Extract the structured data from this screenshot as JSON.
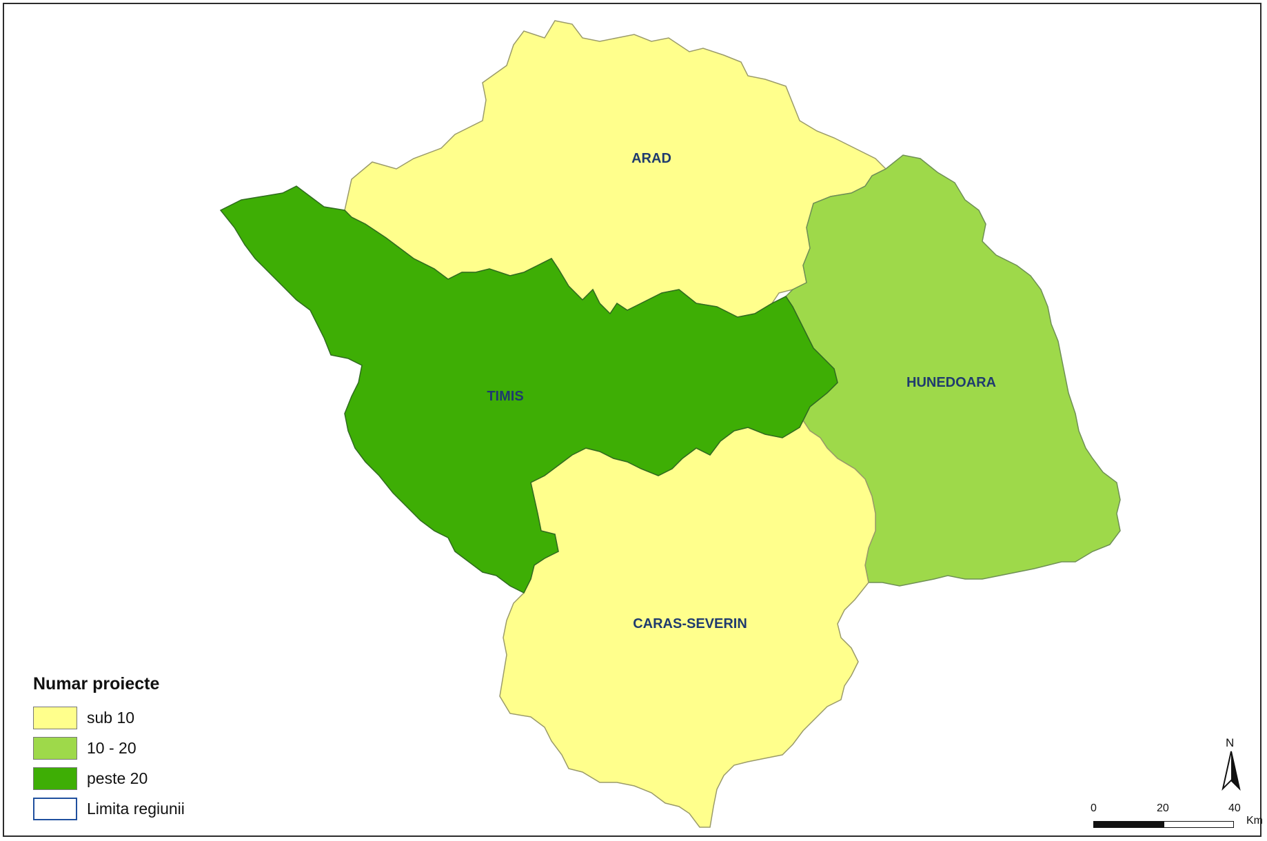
{
  "colors": {
    "sub10": "#ffff8c",
    "between10and20": "#9ed94a",
    "peste20": "#3eae05",
    "boundary": "#1f4f9e",
    "label": "#1f3b6e"
  },
  "counties": [
    {
      "name": "ARAD",
      "category": "sub 10"
    },
    {
      "name": "TIMIS",
      "category": "peste 20"
    },
    {
      "name": "HUNEDOARA",
      "category": "10 - 20"
    },
    {
      "name": "CARAS-SEVERIN",
      "category": "sub 10"
    }
  ],
  "legend": {
    "title": "Numar proiecte",
    "items": [
      {
        "label": "sub 10",
        "color": "#ffff8c"
      },
      {
        "label": "10 - 20",
        "color": "#9ed94a"
      },
      {
        "label": "peste 20",
        "color": "#3eae05"
      },
      {
        "label": "Limita regiunii",
        "color": "#1f4f9e"
      }
    ]
  },
  "north_arrow": {
    "label": "N"
  },
  "scale_bar": {
    "ticks": [
      "0",
      "20",
      "40"
    ],
    "unit": "Km"
  }
}
